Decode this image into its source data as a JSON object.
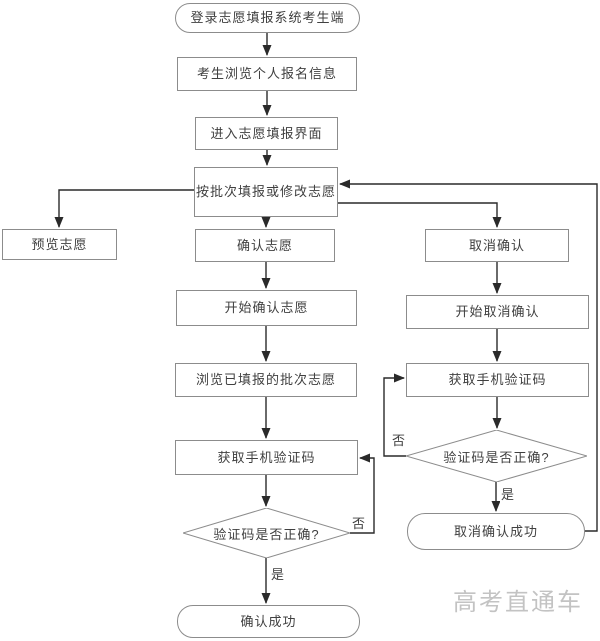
{
  "diagram": {
    "nodes": {
      "login": "登录志愿填报系统考生端",
      "browse_info": "考生浏览个人报名信息",
      "enter_page": "进入志愿填报界面",
      "fill_modify": "按批次填报或修改志愿",
      "preview": "预览志愿",
      "confirm": "确认志愿",
      "cancel_confirm": "取消确认",
      "start_confirm": "开始确认志愿",
      "start_cancel": "开始取消确认",
      "browse_filled": "浏览已填报的批次志愿",
      "get_code_main": "获取手机验证码",
      "get_code_cancel": "获取手机验证码",
      "check_code_main": "验证码是否正确?",
      "check_code_cancel": "验证码是否正确?",
      "confirm_success": "确认成功",
      "cancel_success": "取消确认成功"
    },
    "edge_labels": {
      "yes_main": "是",
      "no_main": "否",
      "yes_cancel": "是",
      "no_cancel": "否"
    }
  },
  "watermark": "高考直通车",
  "colors": {
    "line": "#2a2a2a",
    "node_border": "#8c8c8c",
    "text": "#404040",
    "watermark": "#c3c3c3"
  }
}
